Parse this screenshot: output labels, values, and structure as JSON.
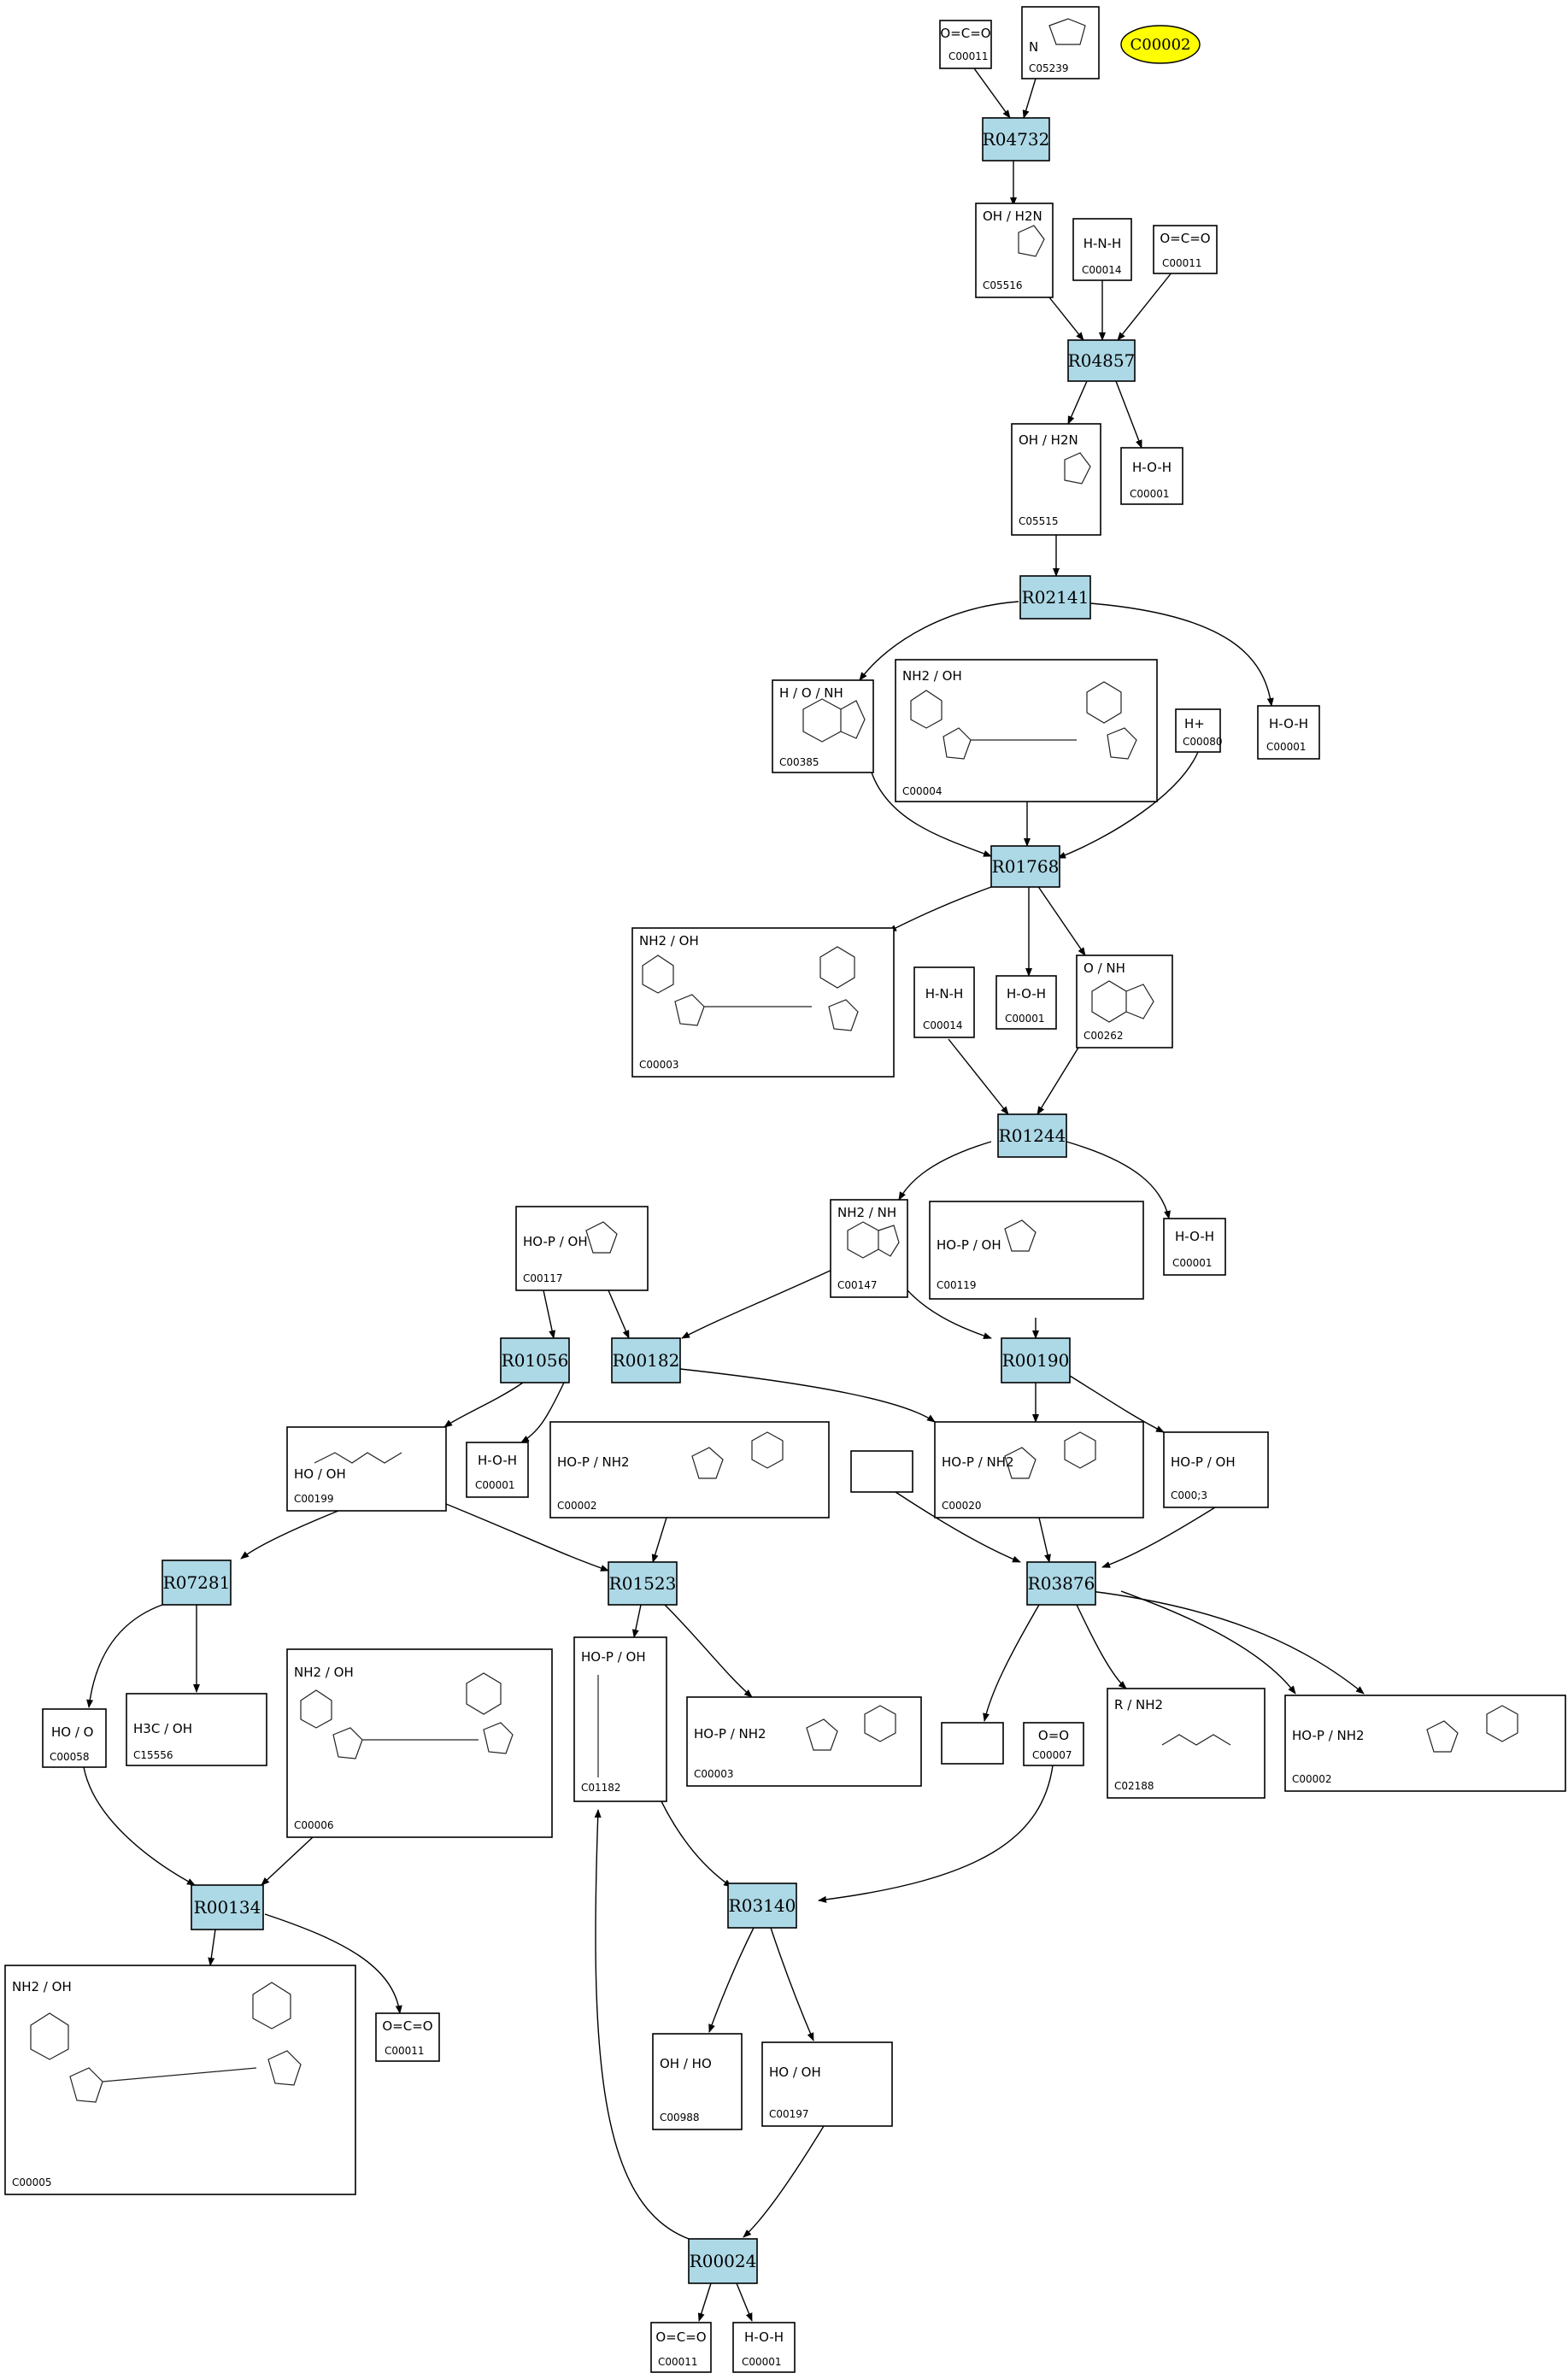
{
  "highlight": {
    "label": "C00002",
    "color": "#ffff00"
  },
  "colors": {
    "reaction_fill": "#add8e6",
    "compound_fill": "#ffffff",
    "edge": "#000000"
  },
  "reactions": [
    "R04732",
    "R04857",
    "R02141",
    "R01768",
    "R01244",
    "R01056",
    "R00182",
    "R00190",
    "R07281",
    "R01523",
    "R03876",
    "R00134",
    "R03140",
    "R00024"
  ],
  "compounds": [
    {
      "id": "c-c00011-a",
      "label": "C00011",
      "struct": "O=C=O"
    },
    {
      "id": "c-c05239",
      "label": "C05239",
      "struct": "N"
    },
    {
      "id": "c-c05516",
      "label": "C05516",
      "struct": "OH / H2N"
    },
    {
      "id": "c-c00014-a",
      "label": "C00014",
      "struct": "H-N-H"
    },
    {
      "id": "c-c00011-b",
      "label": "C00011",
      "struct": "O=C=O"
    },
    {
      "id": "c-c05515",
      "label": "C05515",
      "struct": "OH / H2N"
    },
    {
      "id": "c-c00001-a",
      "label": "C00001",
      "struct": "H-O-H"
    },
    {
      "id": "c-c00385",
      "label": "C00385",
      "struct": "H / O / NH"
    },
    {
      "id": "c-c00004",
      "label": "C00004",
      "struct": "NH2 / OH"
    },
    {
      "id": "c-c00080",
      "label": "C00080",
      "struct": "H+"
    },
    {
      "id": "c-c00001-b",
      "label": "C00001",
      "struct": "H-O-H"
    },
    {
      "id": "c-c00003-a",
      "label": "C00003",
      "struct": "NH2 / OH"
    },
    {
      "id": "c-c00014-b",
      "label": "C00014",
      "struct": "H-N-H"
    },
    {
      "id": "c-c00001-c",
      "label": "C00001",
      "struct": "H-O-H"
    },
    {
      "id": "c-c00262",
      "label": "C00262",
      "struct": "O / NH"
    },
    {
      "id": "c-c00117",
      "label": "C00117",
      "struct": "HO-P / OH"
    },
    {
      "id": "c-c00147",
      "label": "C00147",
      "struct": "NH2 / NH"
    },
    {
      "id": "c-c00119",
      "label": "C00119",
      "struct": "HO-P / OH"
    },
    {
      "id": "c-c00001-d",
      "label": "C00001",
      "struct": "H-O-H"
    },
    {
      "id": "c-c00199",
      "label": "C00199",
      "struct": "HO / OH"
    },
    {
      "id": "c-c00001-e",
      "label": "C00001",
      "struct": "H-O-H"
    },
    {
      "id": "c-c00002",
      "label": "C00002",
      "struct": "HO-P / NH2"
    },
    {
      "id": "c-blank-a",
      "label": "",
      "struct": ""
    },
    {
      "id": "c-c00020",
      "label": "C00020",
      "struct": "HO-P / NH2"
    },
    {
      "id": "c-c00013",
      "label": "C000;3",
      "struct": "HO-P / OH"
    },
    {
      "id": "c-c00058",
      "label": "C00058",
      "struct": "HO / O"
    },
    {
      "id": "c-c15556",
      "label": "C15556",
      "struct": "H3C / OH"
    },
    {
      "id": "c-c00006",
      "label": "C00006",
      "struct": "NH2 / OH"
    },
    {
      "id": "c-c01182",
      "label": "C01182",
      "struct": "HO-P / OH"
    },
    {
      "id": "c-c00003-b",
      "label": "C00003",
      "struct": "HO-P / NH2"
    },
    {
      "id": "c-blank-b",
      "label": "",
      "struct": ""
    },
    {
      "id": "c-c00007",
      "label": "C00007",
      "struct": "O=O"
    },
    {
      "id": "c-c02188",
      "label": "C02188",
      "struct": "R / NH2"
    },
    {
      "id": "c-c00002-b",
      "label": "C00002",
      "struct": "HO-P / NH2"
    },
    {
      "id": "c-c00005",
      "label": "C00005",
      "struct": "NH2 / OH"
    },
    {
      "id": "c-c00011-c",
      "label": "C00011",
      "struct": "O=C=O"
    },
    {
      "id": "c-c00988",
      "label": "C00988",
      "struct": "OH / HO"
    },
    {
      "id": "c-c00197",
      "label": "C00197",
      "struct": "HO / OH"
    },
    {
      "id": "c-c00011-d",
      "label": "C00011",
      "struct": "O=C=O"
    },
    {
      "id": "c-c00001-f",
      "label": "C00001",
      "struct": "H-O-H"
    }
  ]
}
